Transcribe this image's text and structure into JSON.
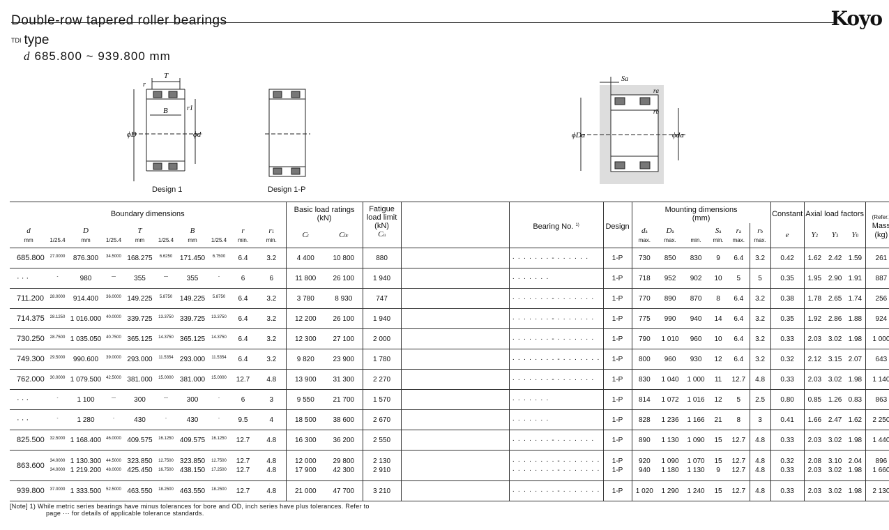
{
  "header": {
    "title": "Double-row tapered roller bearings",
    "logo": "Koyo",
    "type_prefix": "TDI",
    "type_label": "type",
    "range_symbol": "d",
    "range_text": "685.800 ~ 939.800 mm"
  },
  "drawings": {
    "design1_label": "Design 1",
    "design1p_label": "Design 1-P",
    "sym_T": "T",
    "sym_r": "r",
    "sym_r1": "r1",
    "sym_B": "B",
    "sym_D": "ϕD",
    "sym_d": "ϕd",
    "sym_Sa": "Sa",
    "sym_ra": "ra",
    "sym_rb": "rb",
    "sym_Da": "ϕDa",
    "sym_da": "ϕda"
  },
  "table_headers": {
    "boundary": "Boundary dimensions",
    "basic_load": "Basic load ratings",
    "kn": "(kN)",
    "fatigue1": "Fatigue",
    "fatigue2": "load limit",
    "fatigue_kn": "(kN)",
    "bearing_no": "Bearing No.",
    "bearing_no_note": "1)",
    "design": "Design",
    "mounting": "Mounting dimensions",
    "mounting_unit": "(mm)",
    "constant": "Constant",
    "axial": "Axial load factors",
    "refer": "(Refer.)",
    "mass": "Mass",
    "mass_unit": "(kg)",
    "d": "d",
    "D": "D",
    "T": "T",
    "B": "B",
    "r": "r",
    "r1": "r1",
    "mm": "mm",
    "frac": "1/25.4",
    "min": "min.",
    "max": "max.",
    "Cr": "Cr",
    "C0r": "C0r",
    "Cu": "Cu",
    "da": "da",
    "Da": "Da",
    "Sa": "Sa",
    "ra": "ra",
    "rb": "rb",
    "e": "e",
    "Y2": "Y2",
    "Y3": "Y3",
    "Y0": "Y0"
  },
  "rows": [
    {
      "d": "685.800",
      "di": "27.0000",
      "D": "876.300",
      "Di": "34.5000",
      "T": "168.275",
      "Ti": "6.6250",
      "B": "171.450",
      "Bi": "6.7500",
      "r": "6.4",
      "r1": "3.2",
      "Cr": "4 400",
      "C0r": "10 800",
      "Cu": "880",
      "bn": "· · · · · · · - · · · · · ·",
      "des": "1-P",
      "da": "730",
      "Da_max": "850",
      "Da_min": "830",
      "Sa": "9",
      "ra": "6.4",
      "rb": "3.2",
      "e": "0.42",
      "Y2": "1.62",
      "Y3": "2.42",
      "Y0": "1.59",
      "mass": "261"
    },
    {
      "d": "· · ·",
      "di": "-",
      "D": "980",
      "Di": "—",
      "T": "355",
      "Ti": "—",
      "B": "355",
      "Bi": "-",
      "r": "6",
      "r1": "6",
      "Cr": "11 800",
      "C0r": "26 100",
      "Cu": "1 940",
      "bn": "· · · · · · ·",
      "des": "1-P",
      "da": "718",
      "Da_max": "952",
      "Da_min": "902",
      "Sa": "10",
      "ra": "5",
      "rb": "5",
      "e": "0.35",
      "Y2": "1.95",
      "Y3": "2.90",
      "Y0": "1.91",
      "mass": "887"
    },
    {
      "d": "711.200",
      "di": "28.0000",
      "D": "914.400",
      "Di": "36.0000",
      "T": "149.225",
      "Ti": "5.8750",
      "B": "149.225",
      "Bi": "5.8750",
      "r": "6.4",
      "r1": "3.2",
      "Cr": "3 780",
      "C0r": "8 930",
      "Cu": "747",
      "bn": "· · · · · · · - · · · · · · ·",
      "des": "1-P",
      "da": "770",
      "Da_max": "890",
      "Da_min": "870",
      "Sa": "8",
      "ra": "6.4",
      "rb": "3.2",
      "e": "0.38",
      "Y2": "1.78",
      "Y3": "2.65",
      "Y0": "1.74",
      "mass": "256"
    },
    {
      "d": "714.375",
      "di": "28.1250",
      "D": "1 016.000",
      "Di": "40.0000",
      "T": "339.725",
      "Ti": "13.3750",
      "B": "339.725",
      "Bi": "13.3750",
      "r": "6.4",
      "r1": "3.2",
      "Cr": "12 200",
      "C0r": "26 100",
      "Cu": "1 940",
      "bn": "· · · · · · · - · · · · · · ·",
      "des": "1-P",
      "da": "775",
      "Da_max": "990",
      "Da_min": "940",
      "Sa": "14",
      "ra": "6.4",
      "rb": "3.2",
      "e": "0.35",
      "Y2": "1.92",
      "Y3": "2.86",
      "Y0": "1.88",
      "mass": "924"
    },
    {
      "d": "730.250",
      "di": "28.7500",
      "D": "1 035.050",
      "Di": "40.7500",
      "T": "365.125",
      "Ti": "14.3750",
      "B": "365.125",
      "Bi": "14.3750",
      "r": "6.4",
      "r1": "3.2",
      "Cr": "12 300",
      "C0r": "27 100",
      "Cu": "2 000",
      "bn": "· · · · · · · - · · · · · · ·",
      "des": "1-P",
      "da": "790",
      "Da_max": "1 010",
      "Da_min": "960",
      "Sa": "10",
      "ra": "6.4",
      "rb": "3.2",
      "e": "0.33",
      "Y2": "2.03",
      "Y3": "3.02",
      "Y0": "1.98",
      "mass": "1 000"
    },
    {
      "d": "749.300",
      "di": "29.5000",
      "D": "990.600",
      "Di": "39.0000",
      "T": "293.000",
      "Ti": "11.5354",
      "B": "293.000",
      "Bi": "11.5354",
      "r": "6.4",
      "r1": "3.2",
      "Cr": "9 820",
      "C0r": "23 900",
      "Cu": "1 780",
      "bn": "· · · · · · · · - · · · · · · · ·",
      "des": "1-P",
      "da": "800",
      "Da_max": "960",
      "Da_min": "930",
      "Sa": "12",
      "ra": "6.4",
      "rb": "3.2",
      "e": "0.32",
      "Y2": "2.12",
      "Y3": "3.15",
      "Y0": "2.07",
      "mass": "643"
    },
    {
      "d": "762.000",
      "di": "30.0000",
      "D": "1 079.500",
      "Di": "42.5000",
      "T": "381.000",
      "Ti": "15.0000",
      "B": "381.000",
      "Bi": "15.0000",
      "r": "12.7",
      "r1": "4.8",
      "Cr": "13 900",
      "C0r": "31 300",
      "Cu": "2 270",
      "bn": "· · · · · · · - · · · · · · ·",
      "des": "1-P",
      "da": "830",
      "Da_max": "1 040",
      "Da_min": "1 000",
      "Sa": "11",
      "ra": "12.7",
      "rb": "4.8",
      "e": "0.33",
      "Y2": "2.03",
      "Y3": "3.02",
      "Y0": "1.98",
      "mass": "1 140"
    },
    {
      "d": "· · ·",
      "di": "-",
      "D": "1 100",
      "Di": "—",
      "T": "300",
      "Ti": "—",
      "B": "300",
      "Bi": "-",
      "r": "6",
      "r1": "3",
      "Cr": "9 550",
      "C0r": "21 700",
      "Cu": "1 570",
      "bn": "· · · · · · ·",
      "des": "1-P",
      "da": "814",
      "Da_max": "1 072",
      "Da_min": "1 016",
      "Sa": "12",
      "ra": "5",
      "rb": "2.5",
      "e": "0.80",
      "Y2": "0.85",
      "Y3": "1.26",
      "Y0": "0.83",
      "mass": "863"
    },
    {
      "d": "· · ·",
      "di": "-",
      "D": "1 280",
      "Di": "-",
      "T": "430",
      "Ti": "-",
      "B": "430",
      "Bi": "-",
      "r": "9.5",
      "r1": "4",
      "Cr": "18 500",
      "C0r": "38 600",
      "Cu": "2 670",
      "bn": "· · · · · · ·",
      "des": "1-P",
      "da": "828",
      "Da_max": "1 236",
      "Da_min": "1 166",
      "Sa": "21",
      "ra": "8",
      "rb": "3",
      "e": "0.41",
      "Y2": "1.66",
      "Y3": "2.47",
      "Y0": "1.62",
      "mass": "2 250"
    },
    {
      "d": "825.500",
      "di": "32.5000",
      "D": "1 168.400",
      "Di": "46.0000",
      "T": "409.575",
      "Ti": "16.1250",
      "B": "409.575",
      "Bi": "16.1250",
      "r": "12.7",
      "r1": "4.8",
      "Cr": "16 300",
      "C0r": "36 200",
      "Cu": "2 550",
      "bn": "· · · · · · · - · · · · · · ·",
      "des": "1-P",
      "da": "890",
      "Da_max": "1 130",
      "Da_min": "1 090",
      "Sa": "15",
      "ra": "12.7",
      "rb": "4.8",
      "e": "0.33",
      "Y2": "2.03",
      "Y3": "3.02",
      "Y0": "1.98",
      "mass": "1 440"
    }
  ],
  "double_row": {
    "d": "863.600",
    "di1": "34.0000",
    "di2": "34.0000",
    "D1": "1 130.300",
    "Di1": "44.5000",
    "D2": "1 219.200",
    "Di2": "48.0000",
    "T1": "323.850",
    "Ti1": "12.7500",
    "T2": "425.450",
    "Ti2": "16.7500",
    "B1": "323.850",
    "Bi1": "12.7500",
    "B2": "438.150",
    "Bi2": "17.2500",
    "r1a": "12.7",
    "r1b": "12.7",
    "r11a": "4.8",
    "r11b": "4.8",
    "Cr1": "12 000",
    "Cr2": "17 900",
    "C0r1": "29 800",
    "C0r2": "42 300",
    "Cu1": "2 130",
    "Cu2": "2 910",
    "bn1": "· · · · · · · · - · · · · · · · ·",
    "bn2": "· · · · · · · · - · · · · · · ·",
    "des1": "1-P",
    "des2": "1-P",
    "da1": "920",
    "da2": "940",
    "Damax1": "1 090",
    "Damax2": "1 180",
    "Damin1": "1 070",
    "Damin2": "1 130",
    "Sa1": "15",
    "Sa2": "9",
    "ra1": "12.7",
    "ra2": "12.7",
    "rb1": "4.8",
    "rb2": "4.8",
    "e1": "0.32",
    "e2": "0.33",
    "Y21": "2.08",
    "Y22": "2.03",
    "Y31": "3.10",
    "Y32": "3.02",
    "Y01": "2.04",
    "Y02": "1.98",
    "m1": "896",
    "m2": "1 660"
  },
  "last_row": {
    "d": "939.800",
    "di": "37.0000",
    "D": "1 333.500",
    "Di": "52.5000",
    "T": "463.550",
    "Ti": "18.2500",
    "B": "463.550",
    "Bi": "18.2500",
    "r": "12.7",
    "r1": "4.8",
    "Cr": "21 000",
    "C0r": "47 700",
    "Cu": "3 210",
    "bn": "· · · · · · · · - · · · · · · · ·",
    "des": "1-P",
    "da": "1 020",
    "Da_max": "1 290",
    "Da_min": "1 240",
    "Sa": "15",
    "ra": "12.7",
    "rb": "4.8",
    "e": "0.33",
    "Y2": "2.03",
    "Y3": "3.02",
    "Y0": "1.98",
    "mass": "2 130"
  },
  "note": {
    "line1": "[Note]   1)  While metric series bearings have minus tolerances for bore and OD, inch series have plus tolerances.  Refer to",
    "line2": "page  ···  for details of applicable tolerance standards."
  }
}
